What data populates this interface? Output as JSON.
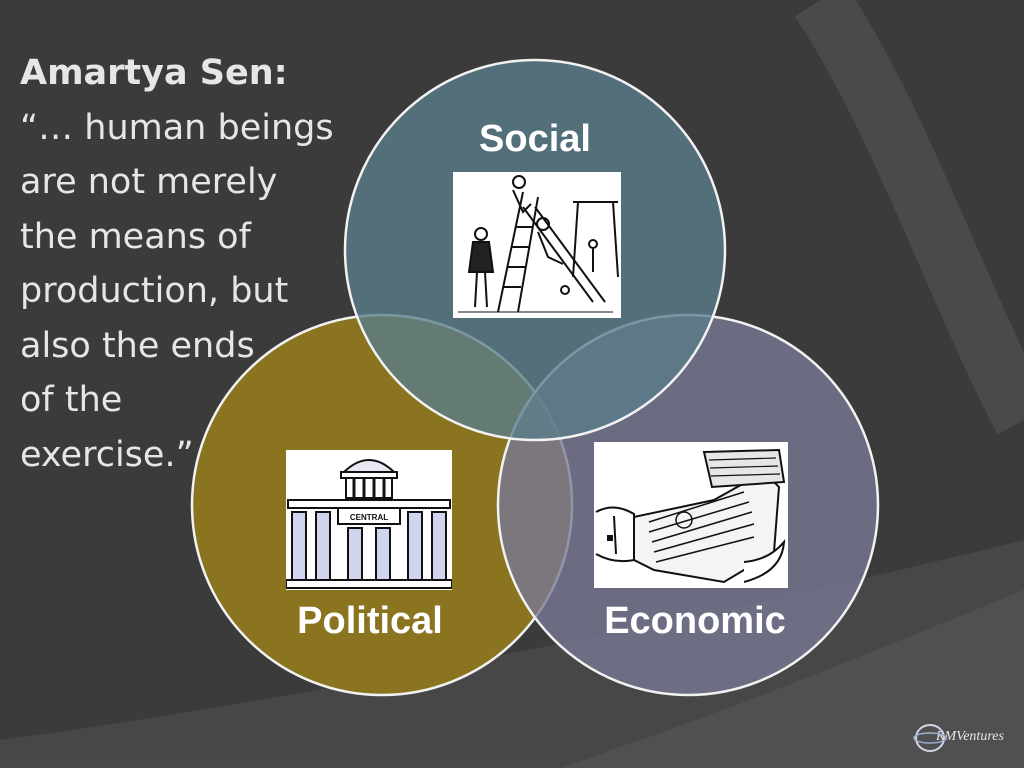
{
  "quote": {
    "author": "Amartya Sen:",
    "lines": [
      "“… human beings",
      "are not merely",
      "the means of",
      "production, but",
      "also the ends",
      "of the",
      "exercise.”"
    ]
  },
  "circles": {
    "social": {
      "label": "Social",
      "color": "#526e78",
      "icon": "playground-illustration"
    },
    "political": {
      "label": "Political",
      "color": "#8a7420",
      "icon": "government-building-illustration"
    },
    "economic": {
      "label": "Economic",
      "color": "#6a6a82",
      "icon": "money-in-hand-illustration"
    }
  },
  "building_sign": "CENTRAL",
  "logo": {
    "text": "RMVentures",
    "icon": "globe-logo-icon"
  },
  "colors": {
    "background": "#3b3b3b",
    "outline": "#f2f2f2"
  }
}
